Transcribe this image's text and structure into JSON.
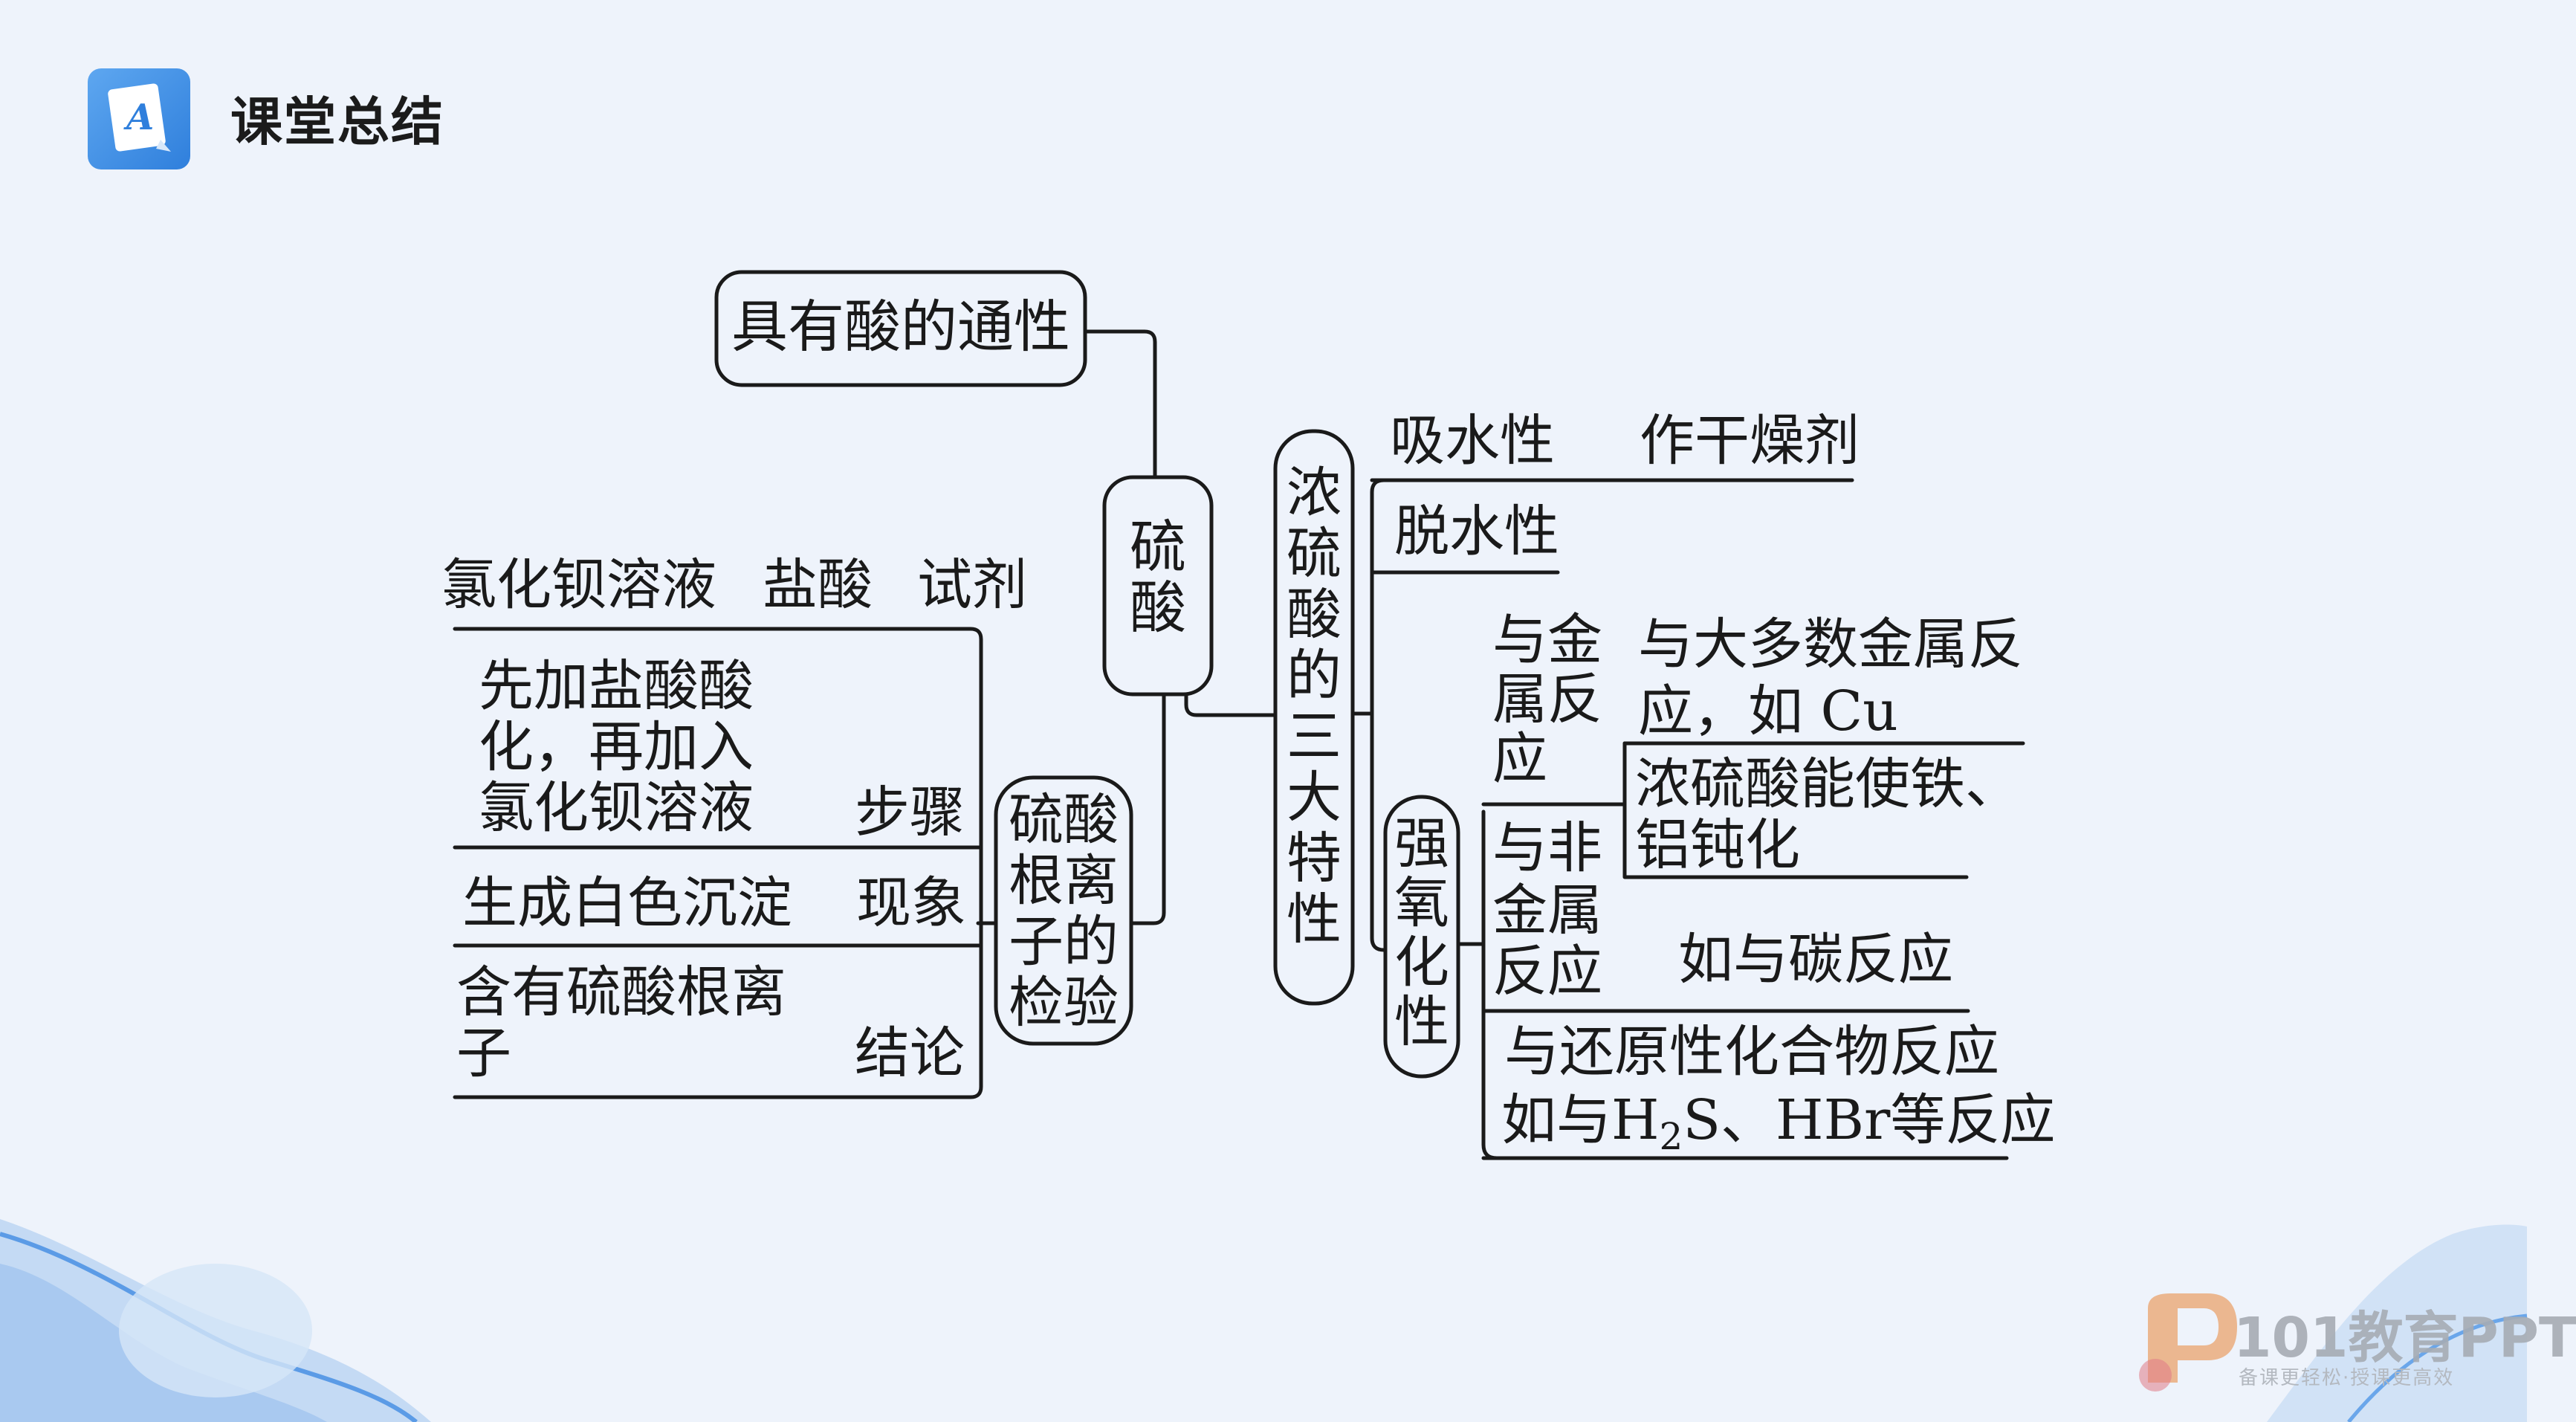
{
  "header": {
    "title": "课堂总结",
    "icon": "document-a-icon"
  },
  "mindmap": {
    "root": "硫酸",
    "general": "具有酸的通性",
    "conc": {
      "lines": [
        "浓",
        "硫",
        "酸",
        "的",
        "三",
        "大",
        "特",
        "性"
      ]
    },
    "water_absorb": {
      "label": "吸水性",
      "use": "作干燥剂"
    },
    "dehydration": "脱水性",
    "oxidizing": {
      "lines": [
        "强",
        "氧",
        "化",
        "性"
      ]
    },
    "metal": {
      "lines": [
        "与金",
        "属反",
        "应"
      ],
      "detail": [
        "与大多数金属反",
        "应，如 Cu"
      ],
      "passivation": [
        "浓硫酸能使铁、",
        "铝钝化"
      ]
    },
    "nonmetal": {
      "lines": [
        "与非",
        "金属",
        "反应"
      ],
      "example": "如与碳反应"
    },
    "reducing": {
      "line1": "与还原性化合物反应",
      "line2_prefix": "如与H",
      "line2_sub": "2",
      "line2_suffix": "S、HBr等反应"
    },
    "sulfate_test": {
      "lines": [
        "硫酸",
        "根离",
        "子的",
        "检验"
      ]
    },
    "reagent": {
      "items": [
        "氯化钡溶液",
        "盐酸",
        "试剂"
      ]
    },
    "steps": {
      "lines": [
        "先加盐酸酸",
        "化，再加入",
        "氯化钡溶液"
      ],
      "tag": "步骤"
    },
    "phenomenon": {
      "text": "生成白色沉淀",
      "tag": "现象"
    },
    "conclusion": {
      "lines": [
        "含有硫酸根离",
        "子"
      ],
      "tag": "结论"
    }
  },
  "watermark": {
    "brand": "101教育PPT",
    "slogan": "备课更轻松·授课更高效"
  },
  "colors": {
    "background": "#eef3fb",
    "accent": "#4a90e2",
    "ink": "#1a1a1a"
  }
}
